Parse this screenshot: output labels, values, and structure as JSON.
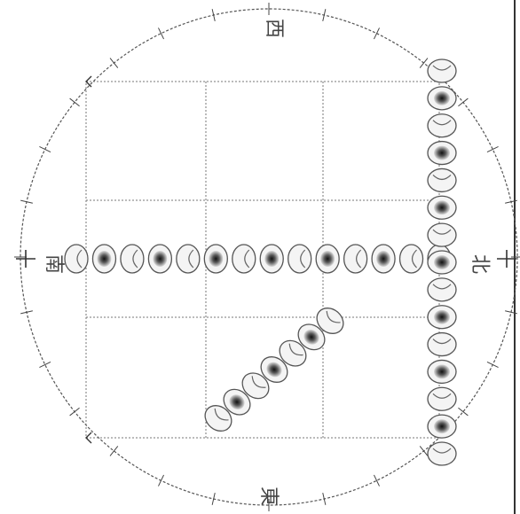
{
  "directions": {
    "west": "西",
    "north": "北",
    "east": "東",
    "south": "南"
  },
  "chains": [
    {
      "id": "horizontal-chain",
      "count": 14
    },
    {
      "id": "vertical-chain",
      "count": 15
    },
    {
      "id": "diagonal-chain",
      "count": 7
    }
  ]
}
